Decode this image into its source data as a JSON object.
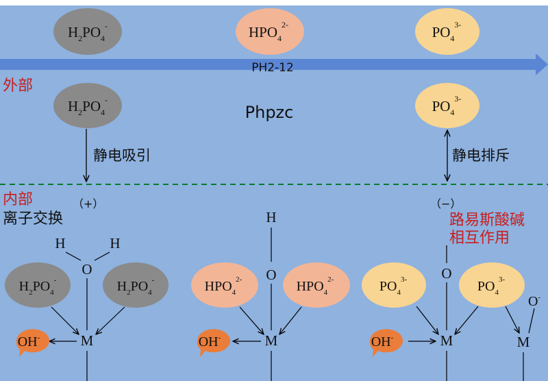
{
  "title_arrow": "PH2-12",
  "pzc_label": "Phpzc",
  "region_outer": "外部",
  "region_inner": "内部",
  "mechanisms": {
    "attraction": "静电吸引",
    "repulsion": "静电排斥",
    "ion_exchange": "离子交换",
    "lewis_line1": "路易斯酸碱",
    "lewis_line2": "相互作用",
    "charge_pos": "（+）",
    "charge_neg": "（−）"
  },
  "species": {
    "h2po4": {
      "base": "H",
      "sub1": "2",
      "mid": "PO",
      "sub2": "4",
      "sup": "-"
    },
    "hpo4": {
      "base": "HPO",
      "sub": "4",
      "sup": "2-"
    },
    "po4": {
      "base": "PO",
      "sub": "4",
      "sup": "3-"
    }
  },
  "atoms": {
    "metal": "M",
    "oxygen": "O",
    "hydrogen": "H",
    "oh": "OH",
    "oh_charge": "-",
    "o_minus": "O",
    "o_minus_charge": "-"
  },
  "colors": {
    "background": "#8fb2df",
    "arrow": "#5b86d4",
    "h2po4": "#8a8a8a",
    "hpo4": "#f2b596",
    "po4": "#f8d592",
    "oh": "#ea7d3a",
    "label_red": "#c81e1e",
    "divider": "#0a7a2a"
  }
}
